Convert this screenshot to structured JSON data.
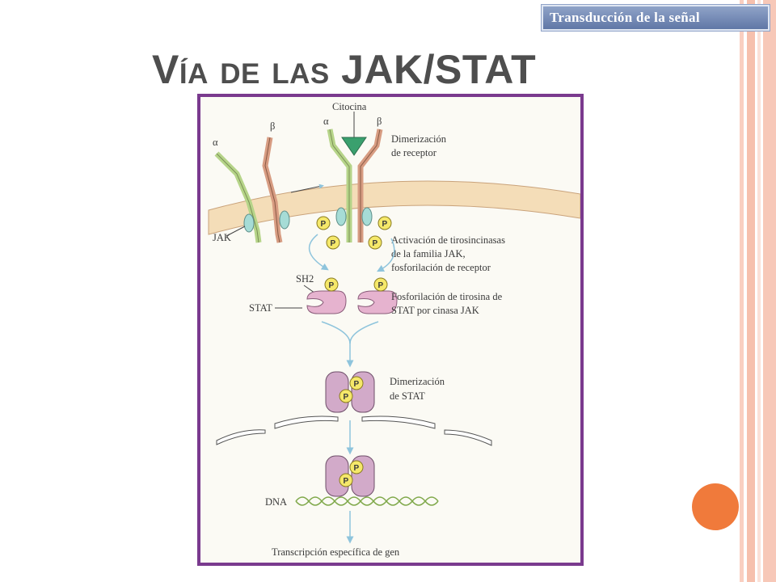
{
  "header": {
    "badge": "Transducción de la señal"
  },
  "slide": {
    "title": "Vía de las JAK/STAT"
  },
  "figure": {
    "alpha": "α",
    "beta": "β",
    "jak": "JAK",
    "citocina": "Citocina",
    "dimer_receptor": [
      "Dimerización",
      "de receptor"
    ],
    "activacion": [
      "Activación de tirosincinasas",
      "de la familia JAK,",
      "fosforilación de receptor"
    ],
    "sh2": "SH2",
    "stat": "STAT",
    "fosforilacion": [
      "Fosforilación de tirosina de",
      "STAT por cinasa JAK"
    ],
    "dimer_stat": [
      "Dimerización",
      "de STAT"
    ],
    "dna": "DNA",
    "transcripcion": "Transcripción específica de gen",
    "p_label": "P"
  },
  "colors": {
    "title": "#4e4e4e",
    "frame": "#7a3a8e",
    "badge": "#6f84b2",
    "circle": "#f07a3b",
    "stripes": "#f7c6b6"
  }
}
